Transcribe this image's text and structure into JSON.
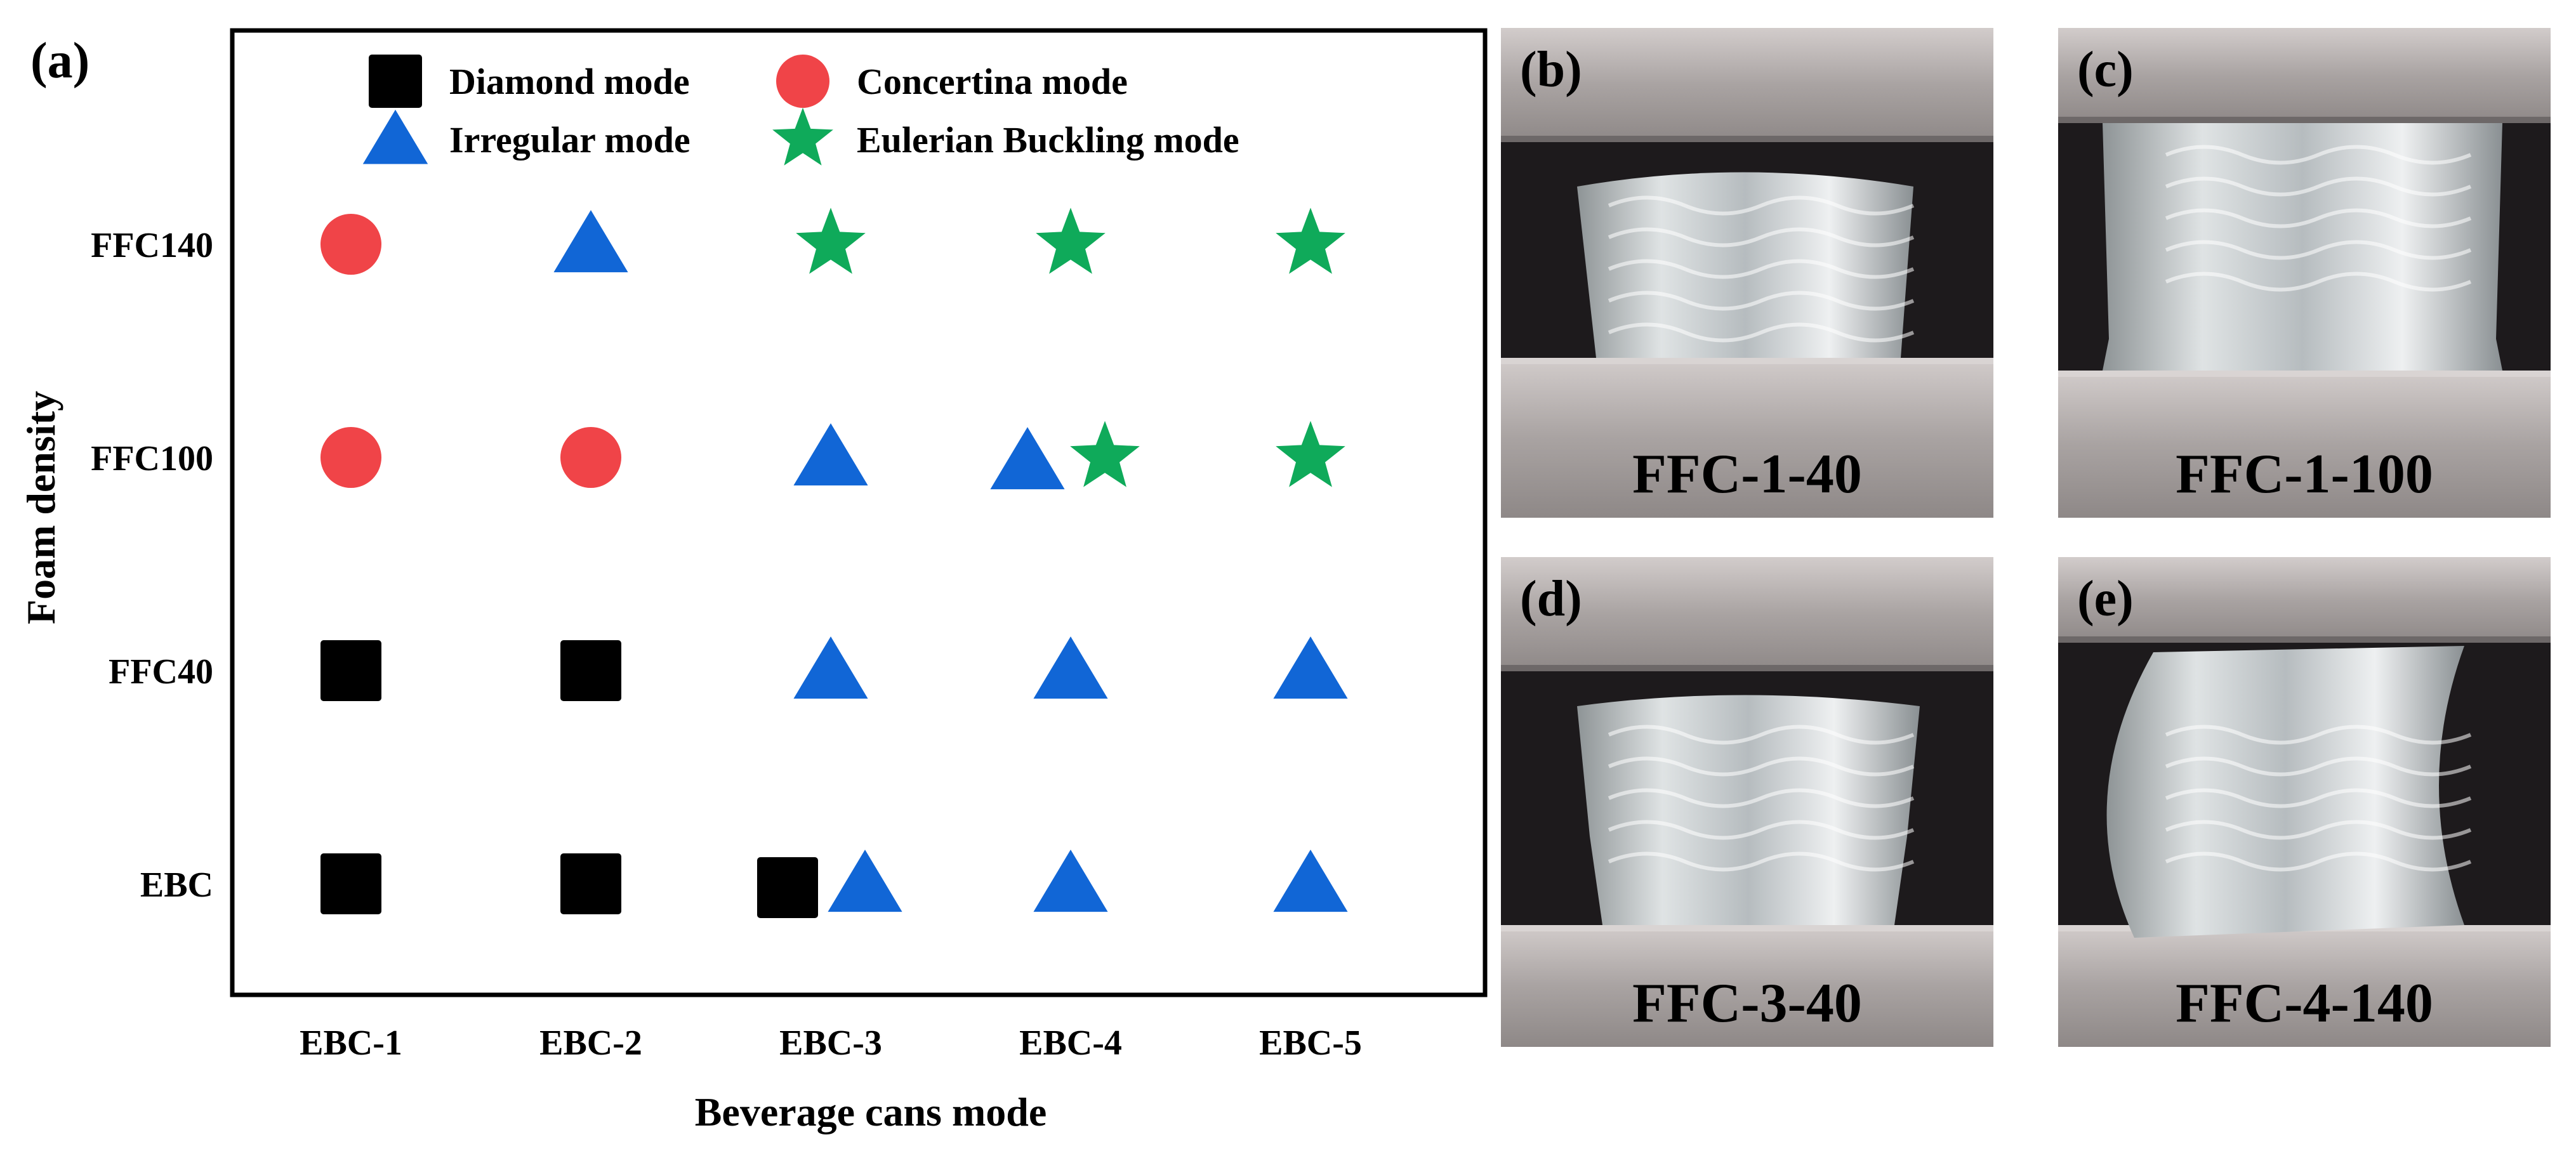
{
  "panels": {
    "a": "(a)",
    "b": "(b)",
    "c": "(c)",
    "d": "(d)",
    "e": "(e)"
  },
  "photos": [
    {
      "id": "b",
      "caption": "FFC-1-40"
    },
    {
      "id": "c",
      "caption": "FFC-1-100"
    },
    {
      "id": "d",
      "caption": "FFC-3-40"
    },
    {
      "id": "e",
      "caption": "FFC-4-140"
    }
  ],
  "chart_data": {
    "type": "scatter",
    "title": "",
    "xlabel": "Beverage cans mode",
    "ylabel": "Foam density",
    "categories_x": [
      "EBC-1",
      "EBC-2",
      "EBC-3",
      "EBC-4",
      "EBC-5"
    ],
    "categories_y": [
      "EBC",
      "FFC40",
      "FFC100",
      "FFC140"
    ],
    "legend_placement": "top",
    "grid": false,
    "series": [
      {
        "name": "Diamond mode",
        "marker": "square",
        "color": "#000000",
        "points": [
          [
            "EBC-1",
            "FFC40"
          ],
          [
            "EBC-2",
            "FFC40"
          ],
          [
            "EBC-1",
            "EBC"
          ],
          [
            "EBC-2",
            "EBC"
          ],
          [
            "EBC-3",
            "EBC"
          ]
        ]
      },
      {
        "name": "Concertina mode",
        "marker": "circle",
        "color": "#f04448",
        "points": [
          [
            "EBC-1",
            "FFC140"
          ],
          [
            "EBC-1",
            "FFC100"
          ],
          [
            "EBC-2",
            "FFC100"
          ]
        ]
      },
      {
        "name": "Irregular mode",
        "marker": "triangle",
        "color": "#1166d6",
        "points": [
          [
            "EBC-2",
            "FFC140"
          ],
          [
            "EBC-3",
            "FFC100"
          ],
          [
            "EBC-4",
            "FFC100"
          ],
          [
            "EBC-3",
            "FFC40"
          ],
          [
            "EBC-4",
            "FFC40"
          ],
          [
            "EBC-5",
            "FFC40"
          ],
          [
            "EBC-3",
            "EBC"
          ],
          [
            "EBC-4",
            "EBC"
          ],
          [
            "EBC-5",
            "EBC"
          ]
        ]
      },
      {
        "name": "Eulerian Buckling mode",
        "marker": "star",
        "color": "#0faa5a",
        "points": [
          [
            "EBC-3",
            "FFC140"
          ],
          [
            "EBC-4",
            "FFC140"
          ],
          [
            "EBC-5",
            "FFC140"
          ],
          [
            "EBC-4",
            "FFC100"
          ],
          [
            "EBC-5",
            "FFC100"
          ]
        ]
      }
    ]
  }
}
